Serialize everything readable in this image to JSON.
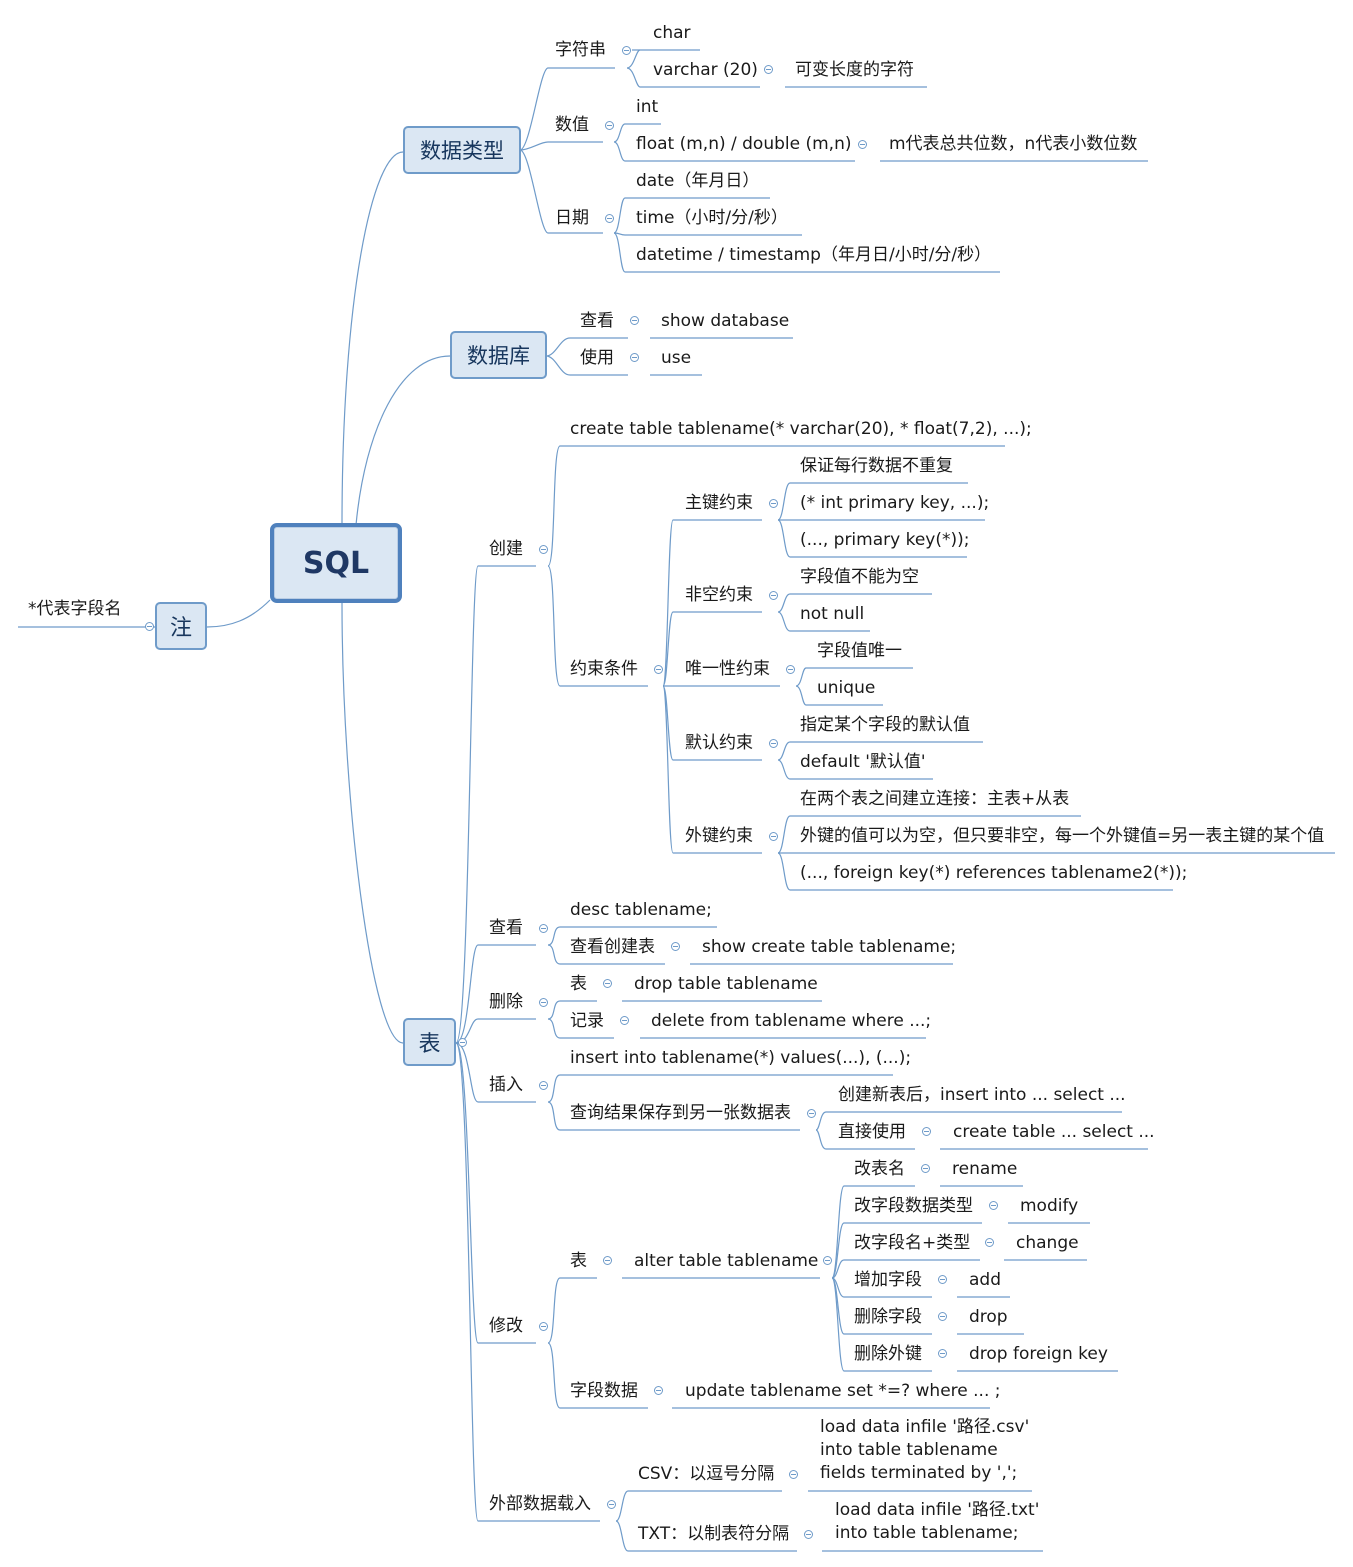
{
  "root": "SQL",
  "note": {
    "label": "注",
    "content": "*代表字段名"
  },
  "datatypes": {
    "label": "数据类型",
    "string": {
      "label": "字符串",
      "char": "char",
      "varchar": "varchar (20)",
      "varchar_desc": "可变长度的字符"
    },
    "numeric": {
      "label": "数值",
      "int": "int",
      "float": "float (m,n) / double (m,n)",
      "float_desc": "m代表总共位数，n代表小数位数"
    },
    "date": {
      "label": "日期",
      "date": "date（年月日）",
      "time": "time（小时/分/秒）",
      "datetime": "datetime / timestamp（年月日/小时/分/秒）"
    }
  },
  "database": {
    "label": "数据库",
    "view": {
      "label": "查看",
      "cmd": "show database"
    },
    "use": {
      "label": "使用",
      "cmd": "use"
    }
  },
  "table": {
    "label": "表",
    "create": {
      "label": "创建",
      "stmt": "create table tablename(* varchar(20), * float(7,2), ...);",
      "constraints": {
        "label": "约束条件",
        "pk": {
          "label": "主键约束",
          "items": [
            "保证每行数据不重复",
            "(* int primary key, ...);",
            "(..., primary key(*));"
          ]
        },
        "notnull": {
          "label": "非空约束",
          "items": [
            "字段值不能为空",
            "not null"
          ]
        },
        "unique": {
          "label": "唯一性约束",
          "items": [
            "字段值唯一",
            "unique"
          ]
        },
        "default": {
          "label": "默认约束",
          "items": [
            "指定某个字段的默认值",
            "default '默认值'"
          ]
        },
        "fk": {
          "label": "外键约束",
          "items": [
            "在两个表之间建立连接：主表+从表",
            "外键的值可以为空，但只要非空，每一个外键值=另一表主键的某个值",
            "(..., foreign key(*) references tablename2(*));"
          ]
        }
      }
    },
    "view": {
      "label": "查看",
      "desc": "desc tablename;",
      "show_create": {
        "label": "查看创建表",
        "cmd": "show create table tablename;"
      }
    },
    "delete": {
      "label": "删除",
      "table": {
        "label": "表",
        "cmd": "drop table tablename"
      },
      "record": {
        "label": "记录",
        "cmd": "delete from tablename where ...;"
      }
    },
    "insert": {
      "label": "插入",
      "stmt": "insert into tablename(*) values(...), (...);",
      "save": {
        "label": "查询结果保存到另一张数据表",
        "new": "创建新表后，insert into ... select ...",
        "direct": {
          "label": "直接使用",
          "cmd": "create table ... select ..."
        }
      }
    },
    "modify": {
      "label": "修改",
      "table": {
        "label": "表",
        "alter": "alter table tablename",
        "ops": [
          {
            "label": "改表名",
            "cmd": "rename"
          },
          {
            "label": "改字段数据类型",
            "cmd": "modify"
          },
          {
            "label": "改字段名+类型",
            "cmd": "change"
          },
          {
            "label": "增加字段",
            "cmd": "add"
          },
          {
            "label": "删除字段",
            "cmd": "drop"
          },
          {
            "label": "删除外键",
            "cmd": "drop foreign key"
          }
        ]
      },
      "field": {
        "label": "字段数据",
        "cmd": "update tablename set *=? where ... ;"
      }
    },
    "load": {
      "label": "外部数据载入",
      "csv": {
        "label": "CSV：以逗号分隔",
        "cmd": "load data infile '路径.csv'\ninto table tablename\nfields terminated by ',';"
      },
      "txt": {
        "label": "TXT：以制表符分隔",
        "cmd": "load data infile '路径.txt'\ninto table tablename;"
      }
    }
  }
}
